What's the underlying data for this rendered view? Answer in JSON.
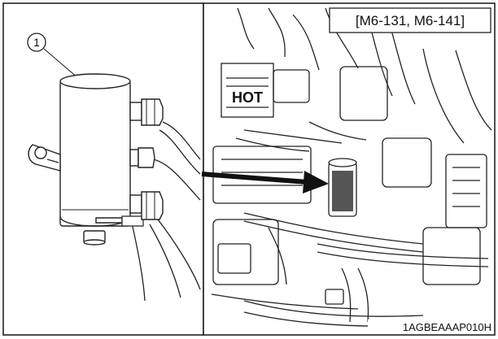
{
  "callout": {
    "number": "1"
  },
  "model_label": "[M6-131, M6-141]",
  "engine_plate": {
    "text": "HOT"
  },
  "figure_code": "1AGBEAAAP010H"
}
